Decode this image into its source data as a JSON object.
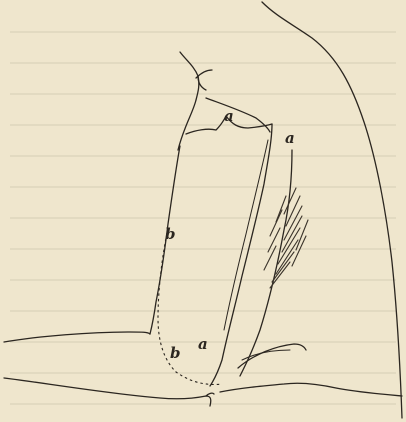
{
  "figure": {
    "labels": {
      "a_top": "a",
      "a_right": "a",
      "a_bottom": "a",
      "b_upper": "b",
      "b_lower": "b"
    }
  }
}
